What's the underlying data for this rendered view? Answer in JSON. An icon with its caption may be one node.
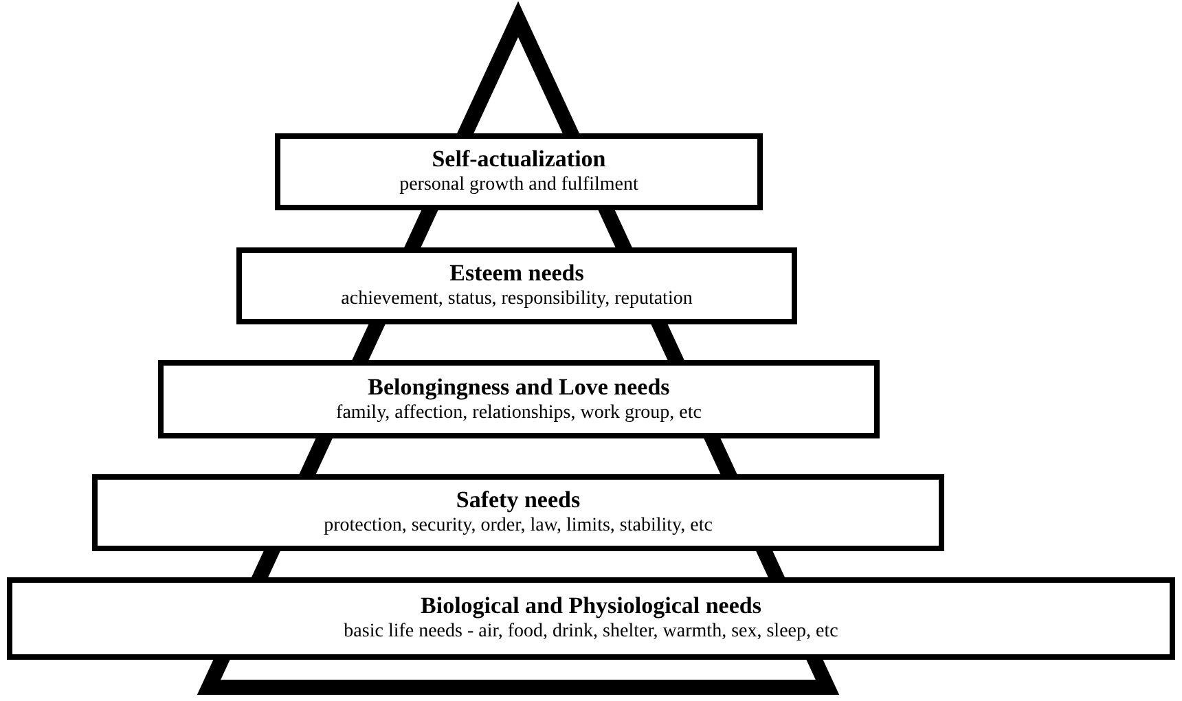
{
  "diagram": {
    "nodes": [
      {
        "text": [
          "Self-actualization",
          "personal growth and fulfilment"
        ]
      },
      {
        "text": [
          "Esteem needs",
          "achievement, status, responsibility, reputation"
        ]
      },
      {
        "text": [
          "Belongingness and Love needs",
          "family, affection, relationships, work group, etc"
        ]
      },
      {
        "text": [
          "Safety needs",
          "protection, security, order, law, limits, stability, etc"
        ]
      },
      {
        "text": [
          "Biological and Physiological needs",
          "basic life needs - air, food, drink, shelter, warmth, sex, sleep, etc"
        ]
      }
    ],
    "edges": []
  }
}
